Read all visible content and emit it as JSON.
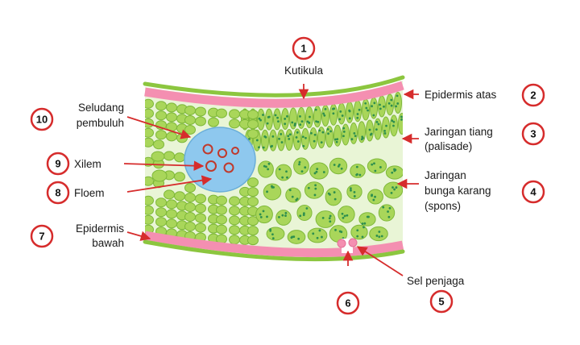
{
  "colors": {
    "cell_green": "#a9d65a",
    "cell_border": "#7fb83a",
    "chloroplast": "#2e8f4e",
    "epidermis_pink": "#f48fb1",
    "cuticle_green": "#8cc63f",
    "bundle_blue": "#8ec8ee",
    "xylem_red": "#c0392b",
    "arrow_red": "#d62c2c",
    "badge_ring": "#d62c2c"
  },
  "parts": [
    {
      "number": "1",
      "label_lines": [
        "Kutikula"
      ]
    },
    {
      "number": "2",
      "label_lines": [
        "Epidermis atas"
      ]
    },
    {
      "number": "3",
      "label_lines": [
        "Jaringan tiang",
        "(palisade)"
      ]
    },
    {
      "number": "4",
      "label_lines": [
        "Jaringan",
        "bunga karang",
        "(spons)"
      ]
    },
    {
      "number": "5",
      "label_lines": [
        "Sel penjaga"
      ]
    },
    {
      "number": "6",
      "label_lines": []
    },
    {
      "number": "7",
      "label_lines": [
        "Epidermis",
        "bawah"
      ]
    },
    {
      "number": "8",
      "label_lines": [
        "Floem"
      ]
    },
    {
      "number": "9",
      "label_lines": [
        "Xilem"
      ]
    },
    {
      "number": "10",
      "label_lines": [
        "Seludang",
        "pembuluh"
      ]
    }
  ]
}
